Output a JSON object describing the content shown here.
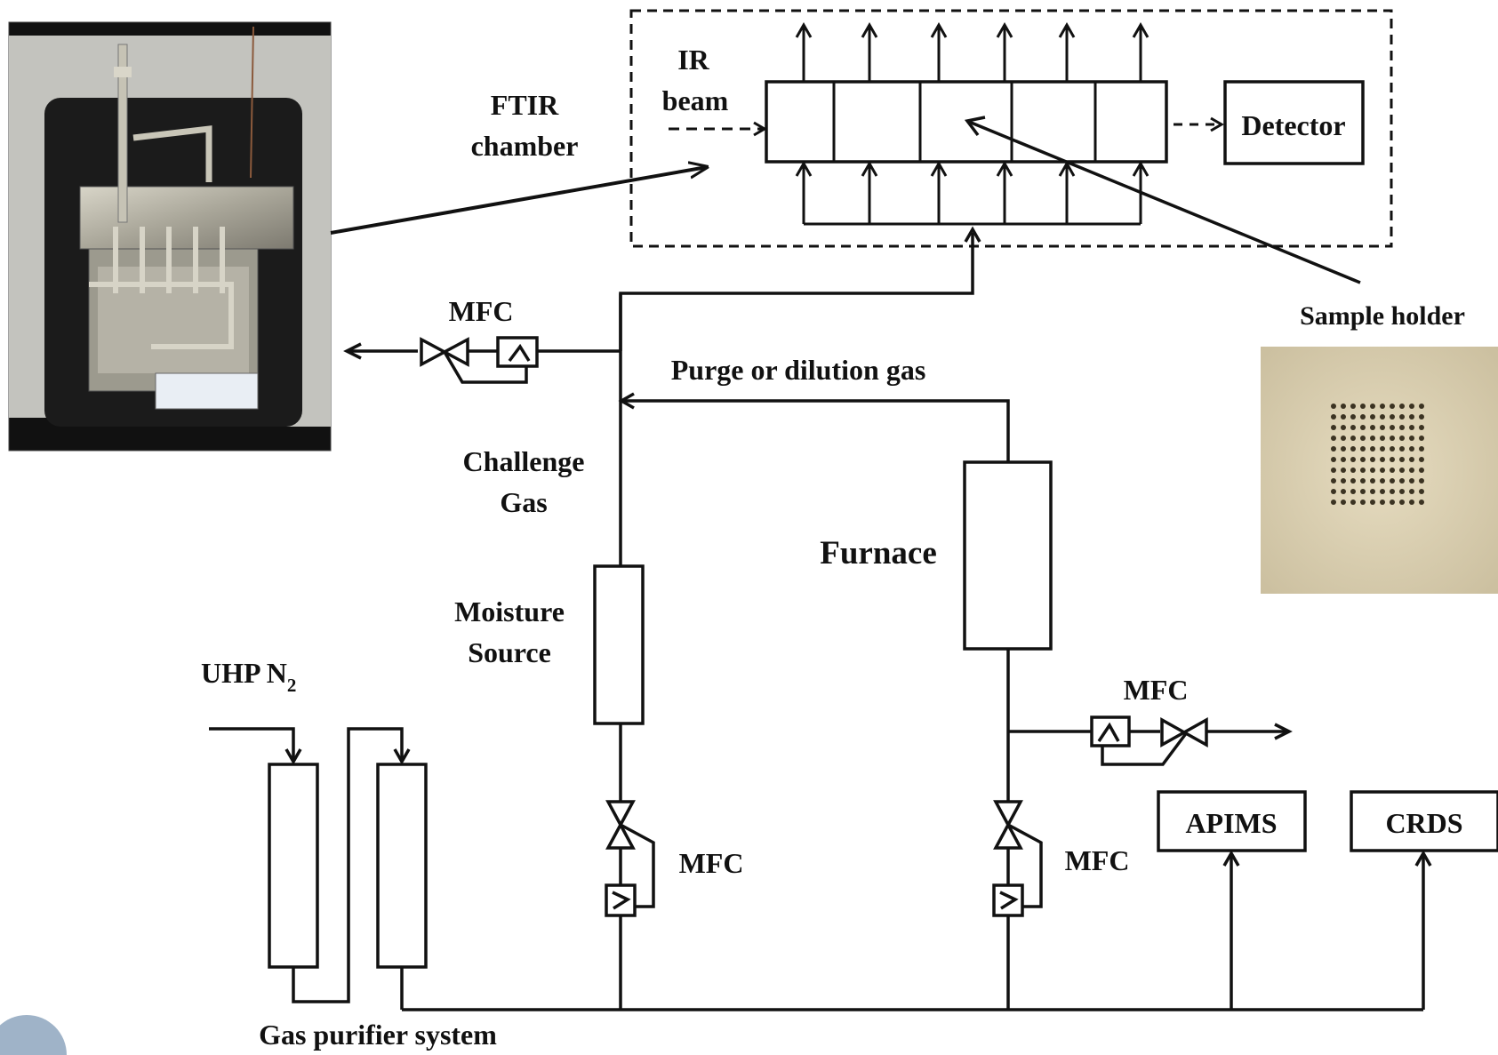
{
  "labels": {
    "ftir_chamber": [
      "FTIR",
      "chamber"
    ],
    "ir_beam": [
      "IR",
      "beam"
    ],
    "detector": "Detector",
    "sample_holder": "Sample holder",
    "mfc_top": "MFC",
    "purge_gas": "Purge or dilution gas",
    "challenge_gas": [
      "Challenge",
      "Gas"
    ],
    "furnace": "Furnace",
    "moisture_source": [
      "Moisture",
      "Source"
    ],
    "uhp_n2": "UHP N",
    "uhp_n2_subscript": "2",
    "mfc_right": "MFC",
    "mfc_moisture": "MFC",
    "mfc_furnace": "MFC",
    "apims": "APIMS",
    "crds": "CRDS",
    "gas_purifier": "Gas purifier system"
  },
  "colors": {
    "line": "#111111",
    "chamber_photo_bg": "#1c1c1c",
    "chamber_frame": "#cfcfc9",
    "metal": "#b9b6a8",
    "sample_plate": "#ddd3b6",
    "corner_badge": "#9fb3c8"
  }
}
